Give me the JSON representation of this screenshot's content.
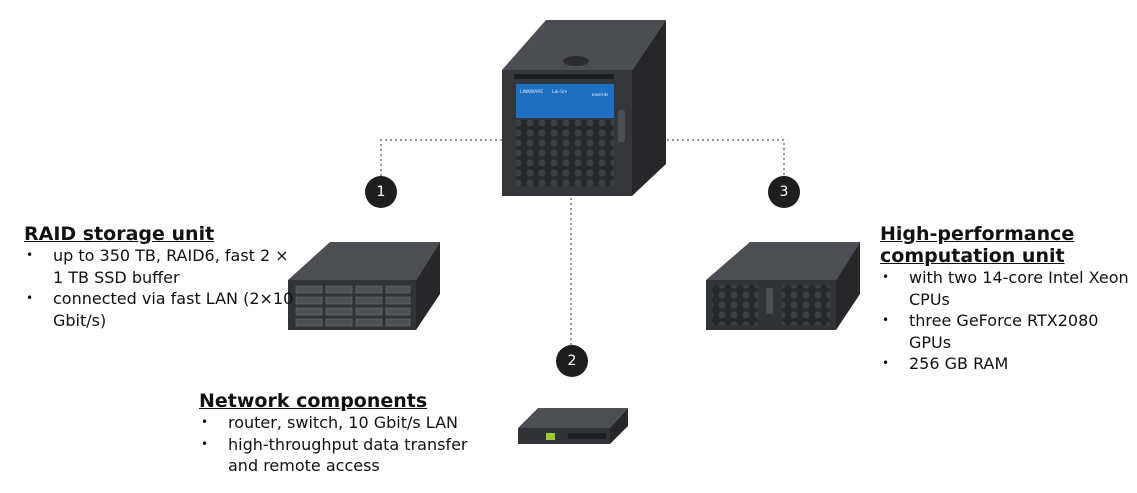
{
  "markers": [
    "1",
    "2",
    "3"
  ],
  "server_front_panel": {
    "brand": "LINKWARE",
    "product": "Lai-Sm",
    "badge": "ESKOTIM"
  },
  "raid": {
    "title": "RAID storage unit",
    "items": [
      "up to 350 TB, RAID6, fast 2 × 1 TB SSD buffer",
      "connected via fast LAN (2×10 Gbit/s)"
    ]
  },
  "network": {
    "title": "Network components",
    "items": [
      "router, switch, 10 Gbit/s LAN",
      "high-throughput data transfer and remote access"
    ]
  },
  "compute": {
    "title": "High-performance computation unit",
    "items": [
      "with two 14-core Intel Xeon CPUs",
      "three GeForce RTX2080 GPUs",
      "256 GB RAM"
    ]
  },
  "colors": {
    "accent_panel": "#1f6fc2",
    "chassis": "#2b2d31",
    "marker": "#1e1e1e"
  }
}
